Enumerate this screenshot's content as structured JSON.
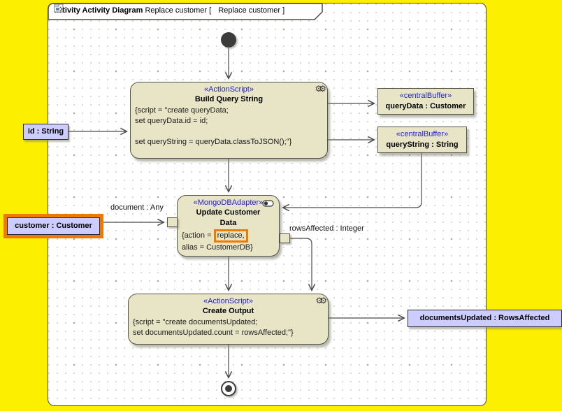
{
  "header": {
    "keyword_bold": "activity Activity Diagram",
    "diagram_name": "Replace customer",
    "bracket_open": "[",
    "inner_name": "Replace customer",
    "bracket_close": "]"
  },
  "nodes": {
    "build": {
      "stereotype": "«ActionScript»",
      "name": "Build Query String",
      "body_lines": [
        "{script = \"create queryData;",
        "set queryData.id = id;",
        "",
        "set queryString = queryData.classToJSON();\"}"
      ]
    },
    "buffer_querydata": {
      "stereotype": "«centralBuffer»",
      "name": "queryData : Customer"
    },
    "buffer_querystring": {
      "stereotype": "«centralBuffer»",
      "name": "queryString : String"
    },
    "mongo": {
      "stereotype": "«MongoDBAdapter»",
      "name": "Update Customer Data",
      "action_prefix": "{action = ",
      "action_value": "replace,",
      "alias_line": "alias = CustomerDB}"
    },
    "create": {
      "stereotype": "«ActionScript»",
      "name": "Create Output",
      "body_lines": [
        "{script = \"create documentsUpdated;",
        "set documentsUpdated.count = rowsAffected;\"}"
      ]
    },
    "param_id": {
      "label": "id : String"
    },
    "param_customer": {
      "label": "customer : Customer"
    },
    "param_docs": {
      "label": "documentsUpdated : RowsAffected"
    }
  },
  "edge_labels": {
    "document": "document : Any",
    "rows": "rowsAffected : Integer"
  },
  "icons": {
    "gears": "⚙⚙"
  },
  "colors": {
    "canvas_yellow": "#FCF000",
    "node_fill": "#E8E4C6",
    "param_fill": "#CCCCFF",
    "stereotype_blue": "#2222CC",
    "selection_orange": "#EE7A00",
    "edge_gray": "#4A4A4A"
  }
}
